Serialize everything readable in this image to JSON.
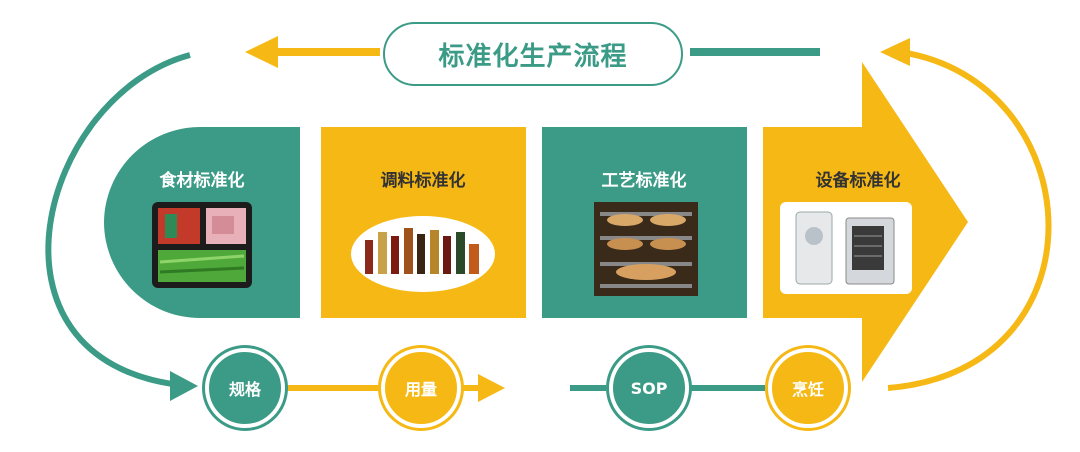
{
  "title": "标准化生产流程",
  "cards": [
    {
      "label": "食材标准化",
      "image": "vegetables-and-meat-tray"
    },
    {
      "label": "调料标准化",
      "image": "seasoning-bottles"
    },
    {
      "label": "工艺标准化",
      "image": "oven-trays-with-bread"
    },
    {
      "label": "设备标准化",
      "image": "cooking-machines"
    }
  ],
  "steps": [
    {
      "label": "规格"
    },
    {
      "label": "用量"
    },
    {
      "label": "SOP"
    },
    {
      "label": "烹饪"
    }
  ],
  "colors": {
    "green": "#3b9b86",
    "yellow": "#f5b814"
  }
}
